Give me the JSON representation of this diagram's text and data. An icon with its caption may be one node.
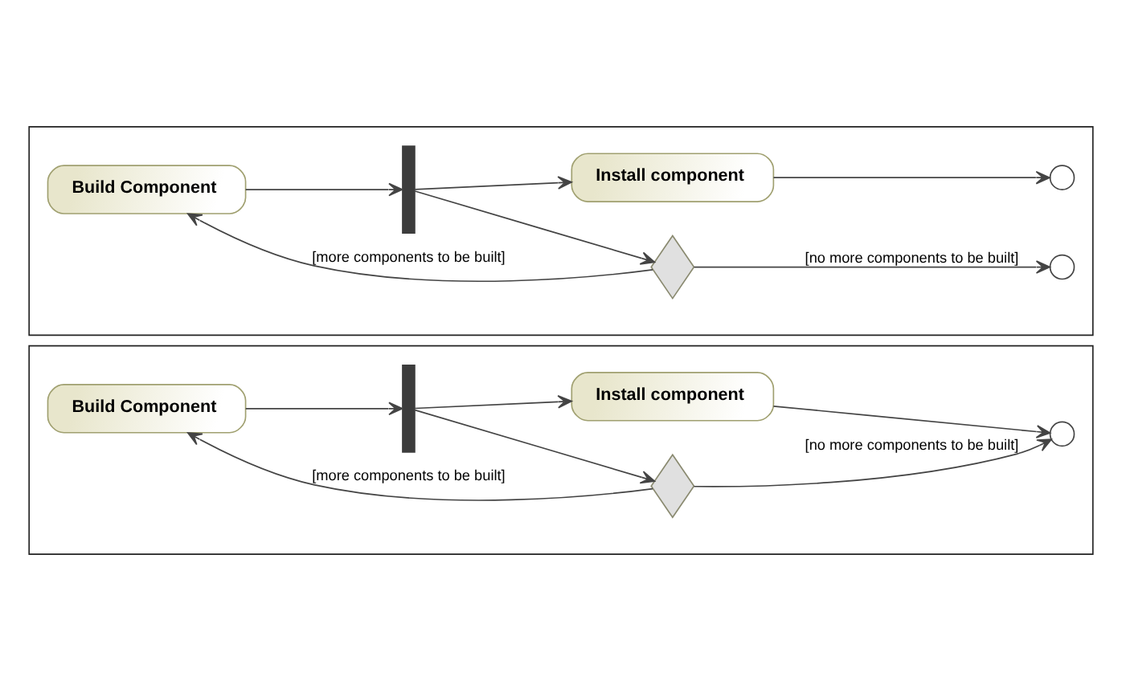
{
  "diagram": {
    "nodes": [
      {
        "text": [],
        "shape": "box"
      },
      {
        "text": [
          "Build Component"
        ],
        "in": 0
      },
      {
        "text": [],
        "shape": "bar",
        "in": 0
      },
      {
        "text": [
          "Install component"
        ],
        "in": 0
      },
      {
        "text": [],
        "shape": "diamond",
        "in": 0
      },
      {
        "text": [],
        "shape": "circle",
        "in": 0
      },
      {
        "text": [],
        "shape": "circle",
        "in": 0
      },
      {
        "text": [],
        "shape": "box"
      },
      {
        "text": [
          "Build Component"
        ],
        "in": 7
      },
      {
        "text": [],
        "shape": "bar",
        "in": 7
      },
      {
        "text": [
          "Install component"
        ],
        "in": 7
      },
      {
        "text": [],
        "shape": "diamond",
        "in": 7
      },
      {
        "text": [],
        "shape": "circle",
        "in": 7
      }
    ],
    "edges": [
      {
        "from": 1,
        "to": 2,
        "arrow": "to"
      },
      {
        "from": 2,
        "to": 3,
        "arrow": "to"
      },
      {
        "from": 2,
        "to": 4,
        "arrow": "to"
      },
      {
        "from": 3,
        "to": 5,
        "arrow": "to"
      },
      {
        "from": 4,
        "to": 6,
        "arrow": "to",
        "label": "[no more components to be built]"
      },
      {
        "from": 4,
        "to": 1,
        "arrow": "to",
        "label": "[more components to be built]"
      },
      {
        "from": 8,
        "to": 9,
        "arrow": "to"
      },
      {
        "from": 9,
        "to": 10,
        "arrow": "to"
      },
      {
        "from": 9,
        "to": 11,
        "arrow": "to"
      },
      {
        "from": 10,
        "to": 12,
        "arrow": "to"
      },
      {
        "from": 11,
        "to": 12,
        "arrow": "to",
        "label": "[no more components to be built]"
      },
      {
        "from": 11,
        "to": 8,
        "arrow": "to",
        "label": "[more components to be built]"
      }
    ]
  }
}
